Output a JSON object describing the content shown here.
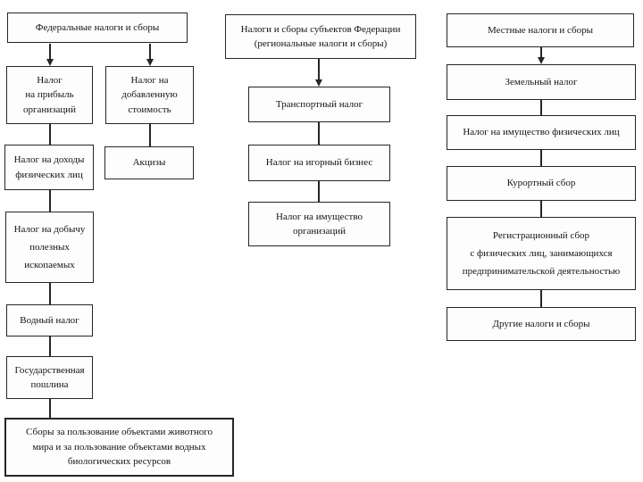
{
  "diagram": {
    "description": "Flowchart of the system of taxes and fees",
    "colors": {
      "line": "#262626",
      "background": "#ffffff"
    },
    "federal": {
      "header": "Федеральные налоги и сборы",
      "nodes": {
        "profit": "Налог\nна прибыль\nорганизаций",
        "vat": "Налог на\nдобавленную\nстоимость",
        "personal_income": "Налог на доходы\nфизических лиц",
        "excise": "Акцизы",
        "mineral_extraction": "Налог на добычу\nполезных\nископаемых",
        "water": "Водный налог",
        "state_duty": "Государственная\nпошлина",
        "fauna_fees": "Сборы за пользование объектами животного\nмира и за пользование объектами водных\nбиологических ресурсов"
      }
    },
    "regional": {
      "header": "Налоги и сборы субъектов Федерации\n(региональные налоги и сборы)",
      "nodes": {
        "transport": "Транспортный налог",
        "gambling": "Налог на игорный бизнес",
        "org_property": "Налог на имущество\nорганизаций"
      }
    },
    "local": {
      "header": "Местные налоги и сборы",
      "nodes": {
        "land": "Земельный налог",
        "personal_property": "Налог на имущество физических лиц",
        "resort": "Курортный сбор",
        "registration": "Регистрационный сбор\nс физических лиц, занимающихся\nпредпринимательской деятельностью",
        "other": "Другие налоги и сборы"
      }
    }
  }
}
